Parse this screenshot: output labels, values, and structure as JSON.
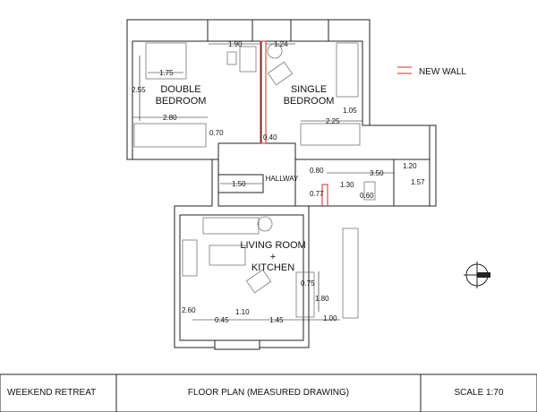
{
  "rooms": {
    "double_bedroom": [
      "DOUBLE",
      "BEDROOM"
    ],
    "single_bedroom": [
      "SINGLE",
      "BEDROOM"
    ],
    "hallway": "HALLWAY",
    "living": [
      "LIVING ROOM",
      "+",
      "KITCHEN"
    ]
  },
  "dimensions": {
    "d190": "1.90",
    "d124": "1.24",
    "d175": "1.75",
    "d255": "2.55",
    "d105": "1.05",
    "d280": "2.80",
    "d225": "2.25",
    "d070": "0.70",
    "d040": "0.40",
    "d080": "0.80",
    "d350": "3.50",
    "d120": "1.20",
    "d157": "1.57",
    "d150": "1.50",
    "d130": "1.30",
    "d077": "0.77",
    "d060": "0.60",
    "d075": "0.75",
    "d180": "1.80",
    "d260": "2.60",
    "d110": "1.10",
    "d045": "0.45",
    "d145": "1.45",
    "d100": "1.00"
  },
  "legend": {
    "new_wall": "NEW WALL",
    "new_wall_color": "#d42a2a"
  },
  "title_block": {
    "project": "WEEKEND RETREAT",
    "drawing": "FLOOR PLAN (MEASURED DRAWING)",
    "scale": "SCALE 1:70"
  }
}
